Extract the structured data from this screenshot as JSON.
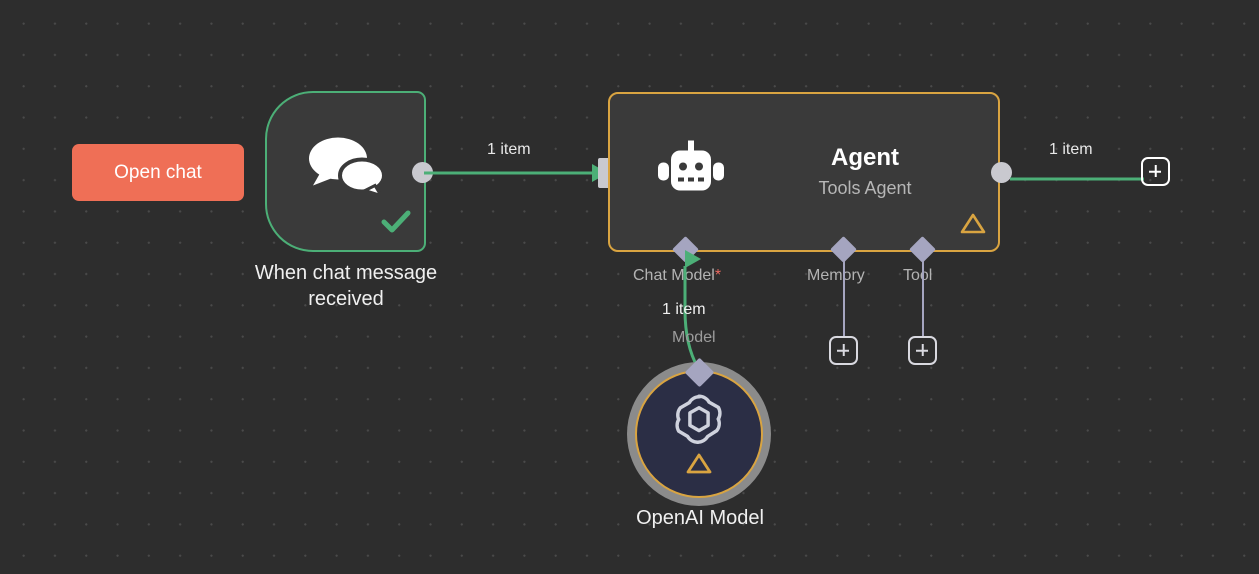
{
  "canvas": {
    "background_color": "#2d2d2d",
    "grid_dot_color": "#4a4a4a"
  },
  "colors": {
    "accent_orange": "#ef6f56",
    "trigger_green": "#4caf77",
    "agent_amber": "#d9a441",
    "connector_purple": "#a5a5c0",
    "port_grey": "#c9c9cf",
    "required_red": "#e8685f",
    "openai_navy": "#2b2e45"
  },
  "open_chat_button": {
    "label": "Open chat",
    "icon": "chat-button"
  },
  "trigger_node": {
    "title_line1": "When chat message",
    "title_line2": "received",
    "icon": "chat-bubbles-icon",
    "status_icon": "checkmark-icon",
    "output_port": "output-dot"
  },
  "main_connection": {
    "label": "1 item"
  },
  "agent_node": {
    "title": "Agent",
    "subtitle": "Tools Agent",
    "icon": "robot-icon",
    "warning_icon": "warning-triangle-icon",
    "input_port": "input-port",
    "output_port": "output-dot"
  },
  "agent_output_connection": {
    "label": "1 item",
    "add_button": "+"
  },
  "sub_connectors": [
    {
      "id": "chat-model",
      "label": "Chat Model",
      "required_marker": "*",
      "required": true,
      "connected": true
    },
    {
      "id": "memory",
      "label": "Memory",
      "required_marker": "",
      "required": false,
      "connected": false,
      "add_button": "+"
    },
    {
      "id": "tool",
      "label": "Tool",
      "required_marker": "",
      "required": false,
      "connected": false,
      "add_button": "+"
    }
  ],
  "chat_model_connection": {
    "item_count_label": "1 item",
    "type_label": "Model"
  },
  "openai_node": {
    "title": "OpenAI Model",
    "icon": "openai-logo-icon",
    "warning_icon": "warning-triangle-icon",
    "input_port": "model-diamond"
  }
}
